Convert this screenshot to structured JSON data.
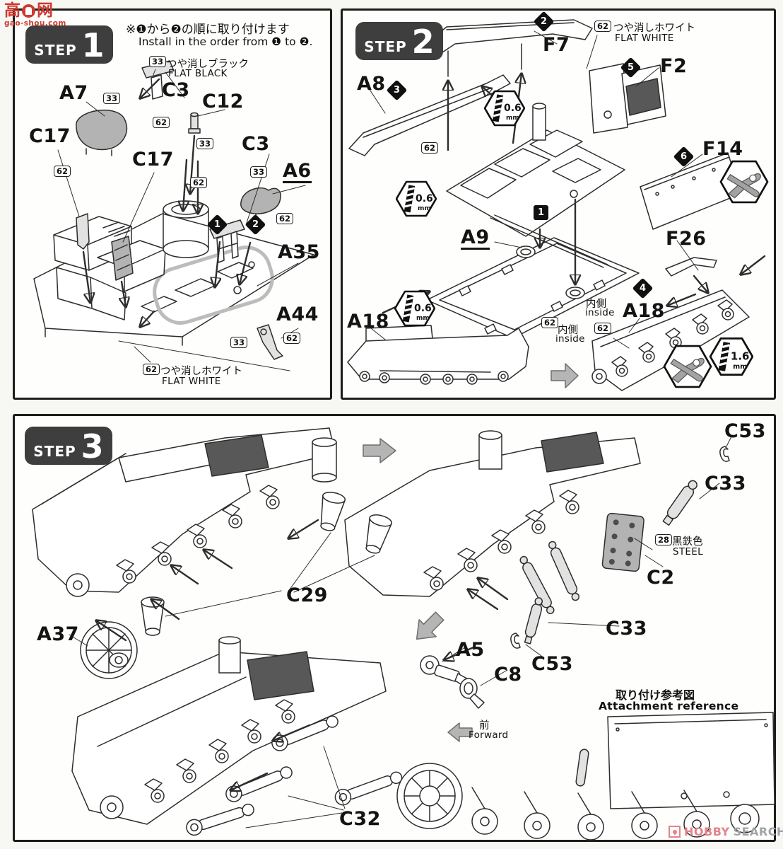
{
  "watermark": {
    "char1": "高",
    "char2": "网",
    "url": "gao-shou.com"
  },
  "codes": {
    "c28": "28",
    "c33": "33",
    "c62": "62"
  },
  "nums": {
    "n1": "1",
    "n2": "2",
    "n3": "3",
    "n4": "4",
    "n5": "5",
    "n6": "6"
  },
  "drill": {
    "d06": "0.6",
    "d16": "1.6",
    "mm": "mm"
  },
  "paints": {
    "black_jp": "つや消しブラック",
    "black_en": "FLAT BLACK",
    "white_jp": "つや消しホワイト",
    "white_en": "FLAT WHITE",
    "steel_jp": "黒鉄色",
    "steel_en": "STEEL"
  },
  "step1": {
    "badge_word": "STEP",
    "badge_num": "1",
    "note_jp": "※❶から❷の順に取り付けます",
    "note_en": "Install in the order from ❶ to ❷.",
    "parts": [
      "A7",
      "C3",
      "C12",
      "C17",
      "C17",
      "C3",
      "A6",
      "A35",
      "A44"
    ]
  },
  "step2": {
    "badge_word": "STEP",
    "badge_num": "2",
    "inside_jp": "内側",
    "inside_en": "inside",
    "parts": [
      "F7",
      "F2",
      "A8",
      "F14",
      "F26",
      "A9",
      "A18",
      "A18"
    ]
  },
  "step3": {
    "badge_word": "STEP",
    "badge_num": "3",
    "attach_jp": "取り付け参考図",
    "attach_en": "Attachment reference",
    "forward_jp": "前",
    "forward_en": "Forward",
    "parts": [
      "C53",
      "C33",
      "C2",
      "C29",
      "A37",
      "C33",
      "A5",
      "C8",
      "C53",
      "C32"
    ]
  },
  "footer": {
    "brand1": "HOBBY",
    "brand2": "SEARCH"
  }
}
